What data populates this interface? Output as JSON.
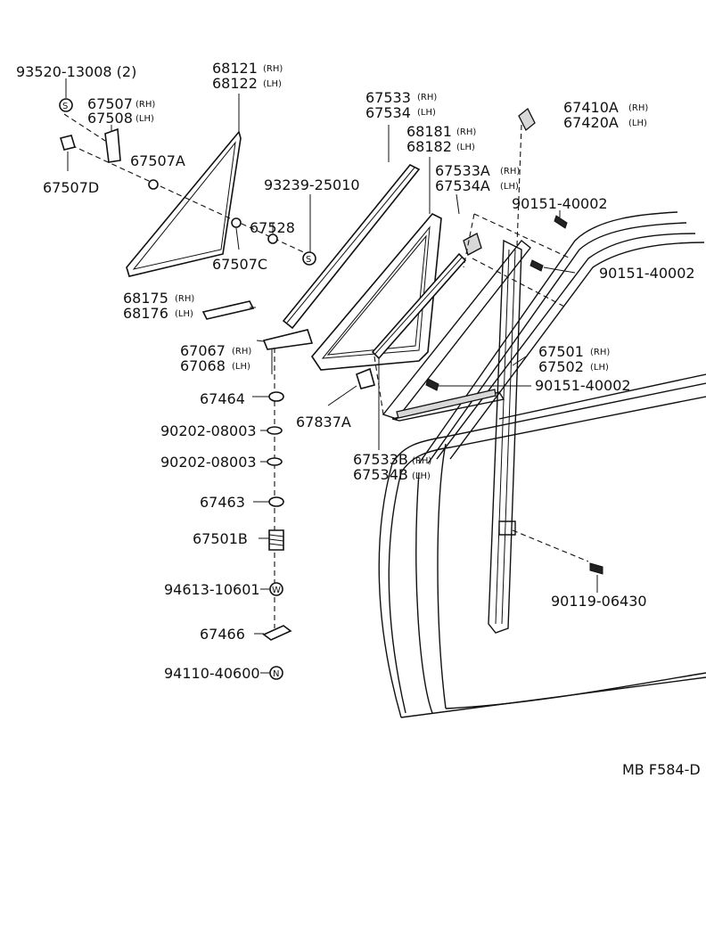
{
  "labels": {
    "p93520": "93520-13008 (2)",
    "p67507": "67507",
    "p67507_rh": "(RH)",
    "p67508": "67508",
    "p67508_lh": "(LH)",
    "p67507a": "67507A",
    "p67507d": "67507D",
    "p68121": "68121",
    "p68121_rh": "(RH)",
    "p68122": "68122",
    "p68122_lh": "(LH)",
    "p93239": "93239-25010",
    "p67528": "67528",
    "p67507c": "67507C",
    "p68175": "68175",
    "p68175_rh": "(RH)",
    "p68176": "68176",
    "p68176_lh": "(LH)",
    "p67067": "67067",
    "p67067_rh": "(RH)",
    "p67068": "67068",
    "p67068_lh": "(LH)",
    "p67464": "67464",
    "p90202a": "90202-08003",
    "p90202b": "90202-08003",
    "p67463": "67463",
    "p67501b": "67501B",
    "p94613": "94613-10601",
    "p67466": "67466",
    "p94110": "94110-40600",
    "p67533": "67533",
    "p67533_rh": "(RH)",
    "p67534": "67534",
    "p67534_lh": "(LH)",
    "p68181": "68181",
    "p68181_rh": "(RH)",
    "p68182": "68182",
    "p68182_lh": "(LH)",
    "p67533a": "67533A",
    "p67533a_rh": "(RH)",
    "p67534a": "67534A",
    "p67534a_lh": "(LH)",
    "p67837a": "67837A",
    "p67533b": "67533B",
    "p67533b_rh": "(RH)",
    "p67534b": "67534B",
    "p67534b_lh": "(LH)",
    "p67410a": "67410A",
    "p67410a_rh": "(RH)",
    "p67420a": "67420A",
    "p67420a_lh": "(LH)",
    "p90151a": "90151-40002",
    "p90151b": "90151-40002",
    "p90151c": "90151-40002",
    "p67501": "67501",
    "p67501_rh": "(RH)",
    "p67502": "67502",
    "p67502_lh": "(LH)",
    "p90119": "90119-06430",
    "ref": "MB F584-D"
  },
  "symbols": {
    "s": "S",
    "w": "W",
    "n": "N"
  }
}
